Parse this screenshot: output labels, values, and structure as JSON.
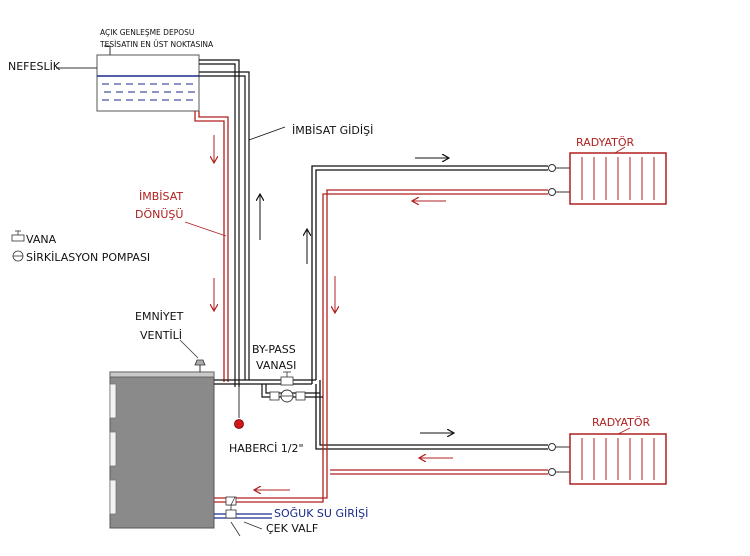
{
  "labels": {
    "tank_line1": "AÇIK GENLEŞME DEPOSU",
    "tank_line2": "TESİSATIN EN ÜST NOKTASINA",
    "vent": "NEFESLİK",
    "expansion_supply": "İMBİSAT GİDİŞİ",
    "expansion_return_line1": "İMBİSAT",
    "expansion_return_line2": "DÖNÜŞÜ",
    "legend_valve": "VANA",
    "legend_pump": "SİRKİLASYON POMPASI",
    "safety_valve_line1": "EMNİYET",
    "safety_valve_line2": "VENTİLİ",
    "bypass_line1": "BY-PASS",
    "bypass_line2": "VANASI",
    "indicator": "HABERCİ 1/2\"",
    "radiator_top": "RADYATÖR",
    "radiator_bottom": "RADYATÖR",
    "cold_water": "SOĞUK SU GİRİŞİ",
    "check_valve": "ÇEK VALF"
  },
  "colors": {
    "supply_pipe": "#111111",
    "return_pipe": "#b02020",
    "water": "#1a2a8a",
    "boiler": "#8a8a8a",
    "radiator": "#b02020"
  }
}
